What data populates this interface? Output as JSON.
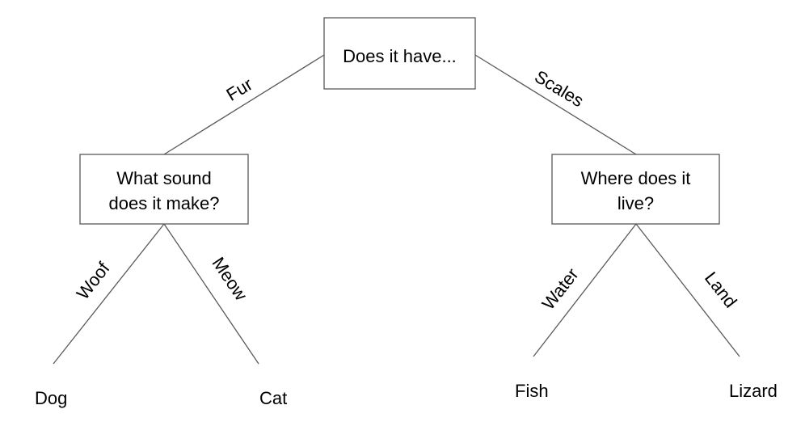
{
  "diagram": {
    "colors": {
      "line": "#595959",
      "box_fill": "#ffffff",
      "text": "#000000"
    },
    "nodes": {
      "root": {
        "lines": [
          "Does it have..."
        ]
      },
      "fur_question": {
        "lines": [
          "What sound",
          "does it make?"
        ]
      },
      "scales_question": {
        "lines": [
          "Where does it",
          "live?"
        ]
      },
      "dog": {
        "text": "Dog"
      },
      "cat": {
        "text": "Cat"
      },
      "fish": {
        "text": "Fish"
      },
      "lizard": {
        "text": "Lizard"
      }
    },
    "edges": {
      "fur": "Fur",
      "scales": "Scales",
      "woof": "Woof",
      "meow": "Meow",
      "water": "Water",
      "land": "Land"
    }
  }
}
